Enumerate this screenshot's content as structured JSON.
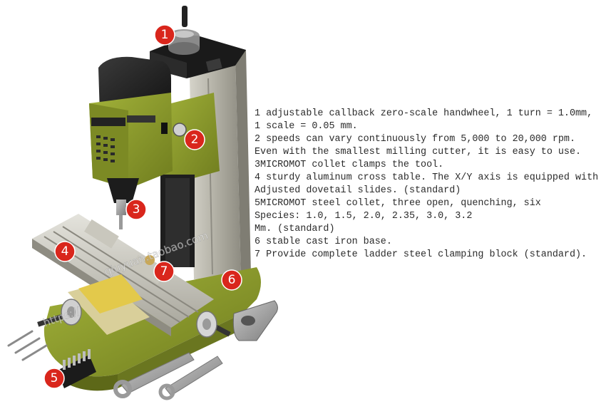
{
  "callouts": [
    {
      "number": "1",
      "color": "#d9261c"
    },
    {
      "number": "2",
      "color": "#d9261c"
    },
    {
      "number": "3",
      "color": "#d9261c"
    },
    {
      "number": "4",
      "color": "#d9261c"
    },
    {
      "number": "5",
      "color": "#d9261c"
    },
    {
      "number": "6",
      "color": "#d9261c"
    },
    {
      "number": "7",
      "color": "#d9261c"
    }
  ],
  "description_lines": [
    "1 adjustable callback zero-scale handwheel, 1 turn = 1.0mm,",
    "1 scale = 0.05 mm.",
    "2 speeds can vary continuously from 5,000 to 20,000 rpm.",
    "Even with the smallest milling cutter, it is easy to use.",
    "3MICROMOT collet clamps the tool.",
    "4 sturdy aluminum cross table. The X/Y axis is equipped with",
    "Adjusted dovetail slides. (standard)",
    "5MICROMOT steel collet, three open, quenching, six",
    "Species: 1.0, 1.5, 2.0, 2.35, 3.0, 3.2",
    "Mm. (standard)",
    "6 stable cast iron base.",
    "7 Provide complete ladder steel clamping block (standard)."
  ],
  "watermark": {
    "text_left": "https://",
    "text_right": "qiuyuan.taobao.com"
  },
  "colors": {
    "machine_green": "#8a9a2a",
    "motor_black": "#1e1e1e",
    "column_silver": "#b9b7ad",
    "callout_red": "#d9261c"
  },
  "icons": {
    "handwheel": "handwheel-icon",
    "collet": "collet-icon",
    "wrench": "wrench-icon",
    "clamp": "clamp-block-icon"
  }
}
